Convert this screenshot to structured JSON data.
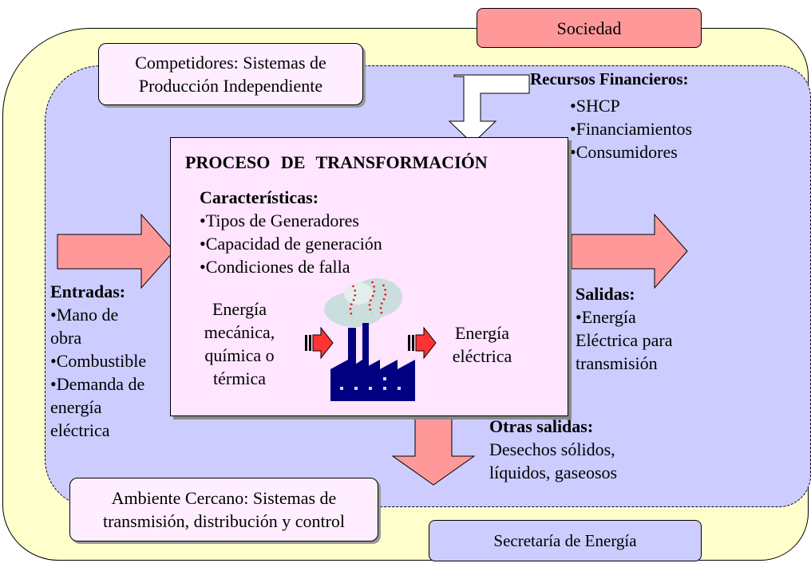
{
  "sociedad": "Sociedad",
  "competidores": [
    "Competidores: Sistemas de",
    "Producción Independiente"
  ],
  "recursos": {
    "title": "Recursos Financieros:",
    "items": [
      "•SHCP",
      "•Financiamientos",
      "•Consumidores"
    ]
  },
  "proceso": {
    "title": "PROCESO DE TRANSFORMACIÓN",
    "caracteristicas_title": "Características:",
    "items": [
      "•Tipos de Generadores",
      "•Capacidad de generación",
      "•Condiciones de falla"
    ],
    "energia_in": [
      "Energía",
      "mecánica,",
      "química o",
      "térmica"
    ],
    "energia_out": [
      "Energía",
      "eléctrica"
    ]
  },
  "entradas": {
    "title": "Entradas:",
    "lines": [
      "•Mano de",
      "obra",
      "•Combustible",
      "•Demanda de",
      "energía",
      "eléctrica"
    ]
  },
  "salidas": {
    "title": "Salidas:",
    "lines": [
      "•Energía",
      "Eléctrica para",
      "transmisión"
    ]
  },
  "otras_salidas": {
    "title": "Otras salidas:",
    "lines": [
      "Desechos sólidos,",
      "líquidos, gaseosos"
    ]
  },
  "ambiente": [
    "Ambiente Cercano: Sistemas de",
    "transmisión, distribución y control"
  ],
  "secretaria": "Secretaría de Energía",
  "colors": {
    "outer_fill": "#ffffcc",
    "inner_fill": "#ccccff",
    "arrow_fill": "#ff9999",
    "process_fill": "#ffe5ff",
    "factory": "#000080"
  }
}
